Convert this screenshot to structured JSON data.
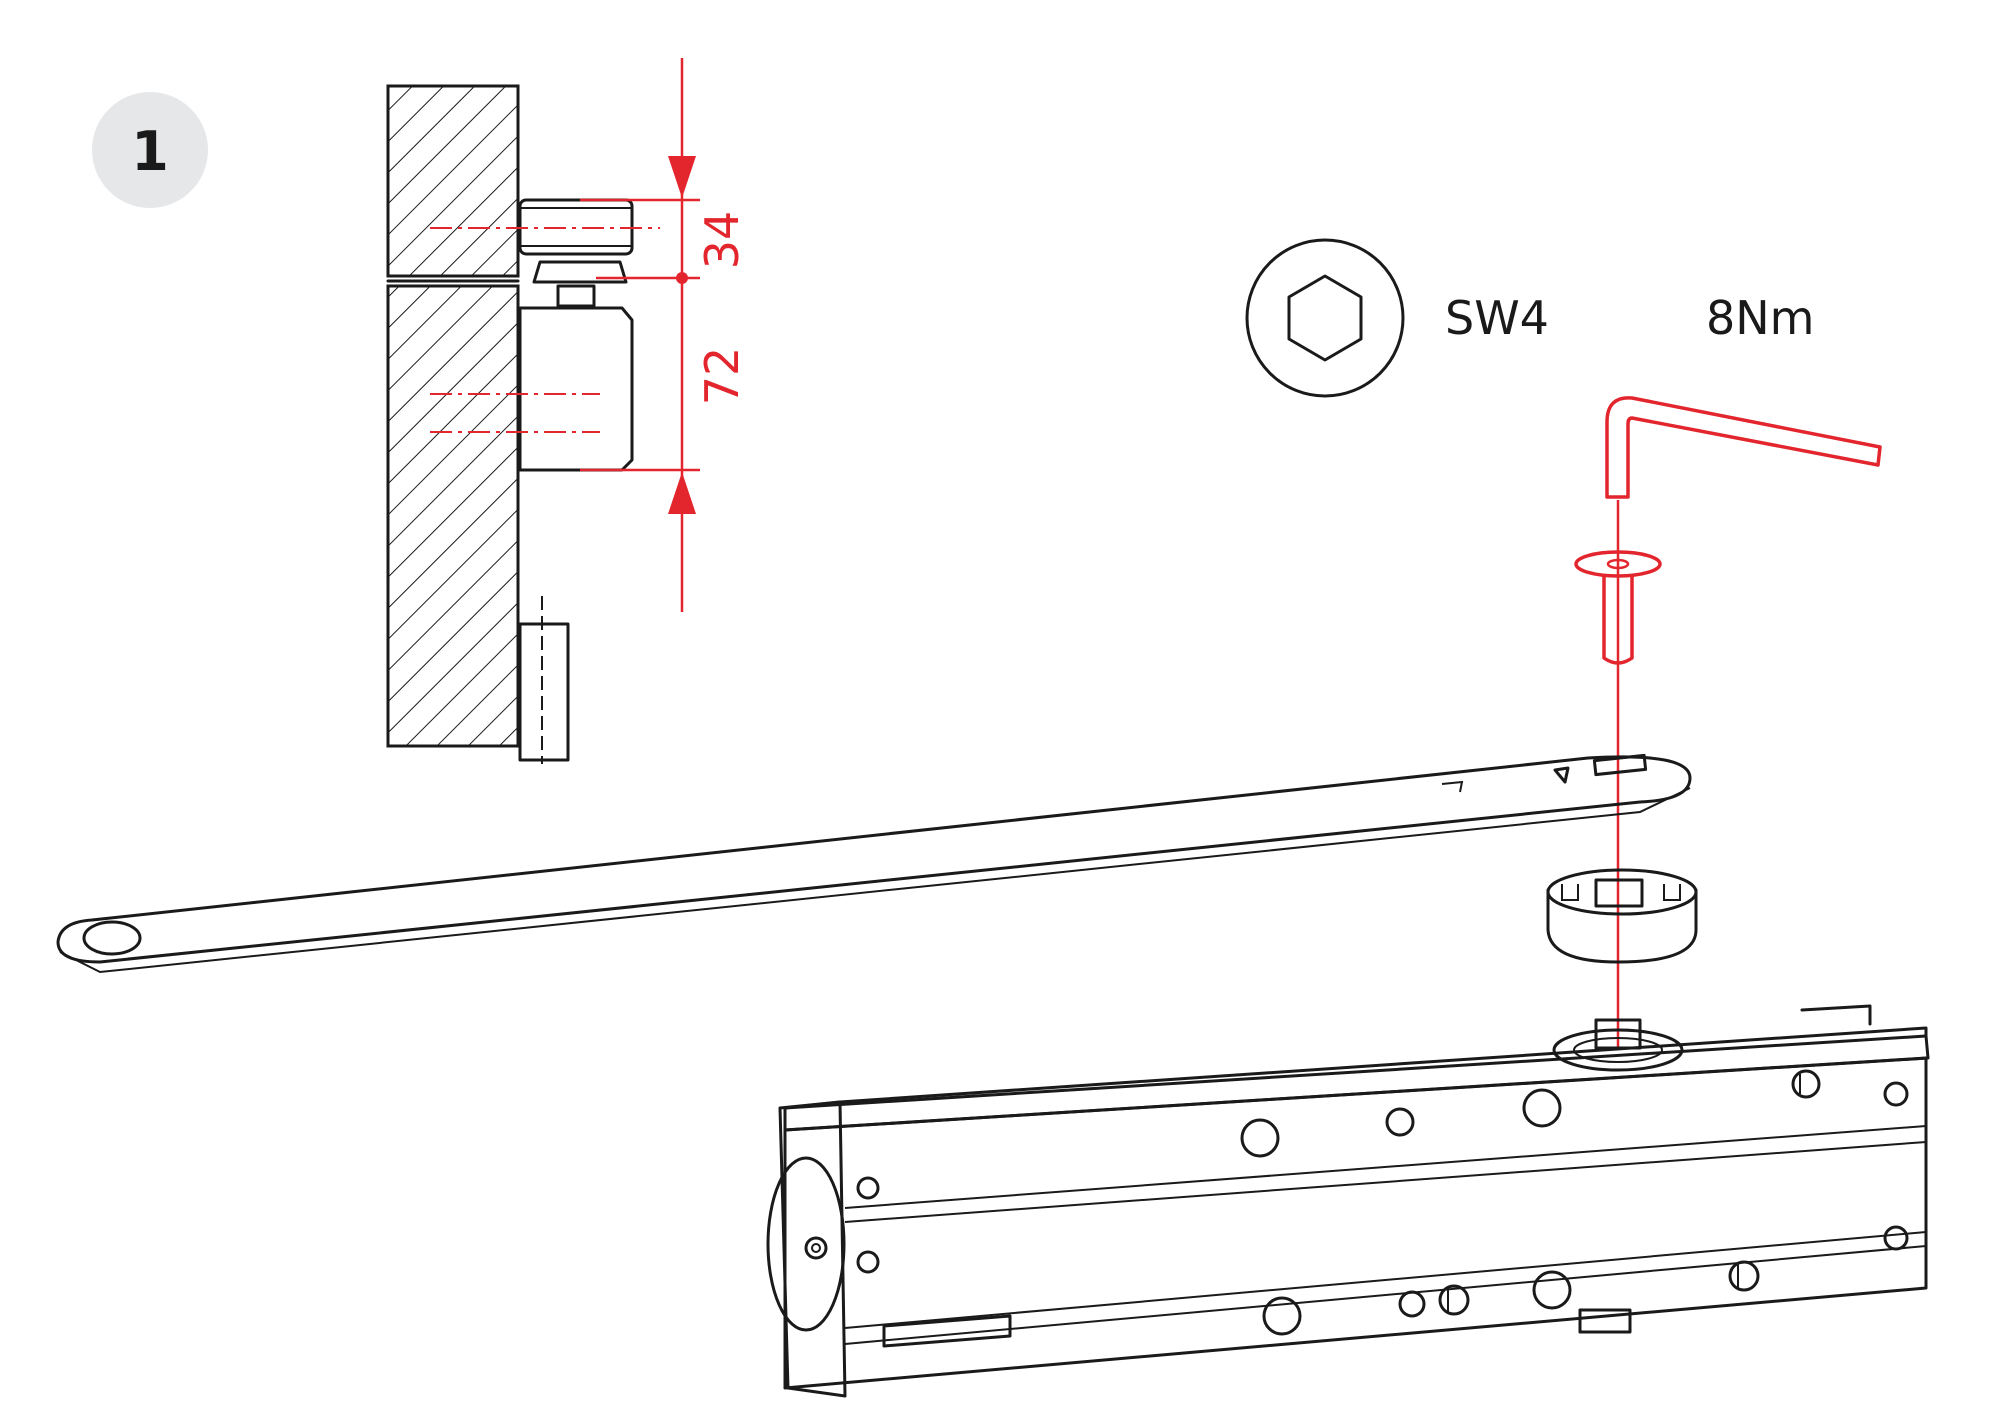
{
  "step": {
    "number": "1"
  },
  "dimensions": {
    "upper": "34",
    "lower": "72"
  },
  "specs": {
    "wrench_size": "SW4",
    "torque": "8Nm"
  },
  "colors": {
    "accent": "#e3262d",
    "line": "#1a1a1a",
    "badge": "#e6e7e9"
  }
}
